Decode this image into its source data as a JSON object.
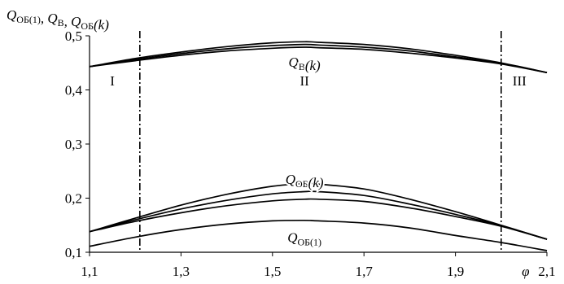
{
  "chart_data": {
    "type": "line",
    "ylabel": "Q_ОБ(1), Q_B, Q_ОБ(k)",
    "ylabel_parts": [
      {
        "t": "Q",
        "sub": "ОБ(1)"
      },
      {
        "t": ", "
      },
      {
        "t": "Q",
        "sub": "B"
      },
      {
        "t": ", "
      },
      {
        "t": "Q",
        "sub": "ОБ"
      },
      {
        "t": "(k)"
      }
    ],
    "xlabel": "φ",
    "xlim": [
      1.1,
      2.1
    ],
    "ylim": [
      0.1,
      0.5
    ],
    "xticks": [
      1.1,
      1.3,
      1.5,
      1.7,
      1.9,
      2.1
    ],
    "xtick_labels": [
      "1,1",
      "1,3",
      "1,5",
      "1,7",
      "1,9",
      "2,1"
    ],
    "yticks": [
      0.1,
      0.2,
      0.3,
      0.4,
      0.5
    ],
    "ytick_labels": [
      "0,1",
      "0,2",
      "0,3",
      "0,4",
      "0,5"
    ],
    "grid": false,
    "vlines": [
      1.21,
      2.0
    ],
    "regions": [
      {
        "label": "I",
        "x": 1.15,
        "y": 0.417
      },
      {
        "label": "II",
        "x": 1.57,
        "y": 0.417
      },
      {
        "label": "III",
        "x": 2.04,
        "y": 0.417
      }
    ],
    "curve_labels": [
      {
        "main": "Q",
        "sub": "B",
        "suffix": "(k)",
        "x": 1.57,
        "y": 0.452
      },
      {
        "main": "Q",
        "sub": "ОБ",
        "suffix": "(k)",
        "x": 1.57,
        "y": 0.235
      },
      {
        "main": "Q",
        "sub": "ОБ(1)",
        "suffix": "",
        "x": 1.57,
        "y": 0.128
      }
    ],
    "x": [
      1.1,
      1.2,
      1.3,
      1.4,
      1.5,
      1.57,
      1.6,
      1.7,
      1.8,
      1.9,
      2.0,
      2.1
    ],
    "series": [
      {
        "values": [
          0.443,
          0.458,
          0.47,
          0.48,
          0.487,
          0.489,
          0.488,
          0.484,
          0.476,
          0.464,
          0.45,
          0.432
        ]
      },
      {
        "values": [
          0.443,
          0.456,
          0.467,
          0.476,
          0.482,
          0.484,
          0.483,
          0.479,
          0.472,
          0.461,
          0.449,
          0.432
        ]
      },
      {
        "values": [
          0.443,
          0.454,
          0.464,
          0.472,
          0.477,
          0.479,
          0.478,
          0.475,
          0.468,
          0.459,
          0.448,
          0.432
        ]
      },
      {
        "values": [
          0.138,
          0.163,
          0.187,
          0.207,
          0.222,
          0.227,
          0.226,
          0.217,
          0.198,
          0.175,
          0.15,
          0.124
        ]
      },
      {
        "values": [
          0.138,
          0.16,
          0.18,
          0.196,
          0.208,
          0.212,
          0.212,
          0.205,
          0.189,
          0.17,
          0.149,
          0.124
        ]
      },
      {
        "values": [
          0.138,
          0.157,
          0.173,
          0.186,
          0.195,
          0.198,
          0.198,
          0.194,
          0.182,
          0.166,
          0.148,
          0.124
        ]
      },
      {
        "values": [
          0.111,
          0.128,
          0.142,
          0.152,
          0.158,
          0.159,
          0.158,
          0.154,
          0.145,
          0.131,
          0.118,
          0.103
        ]
      }
    ]
  }
}
